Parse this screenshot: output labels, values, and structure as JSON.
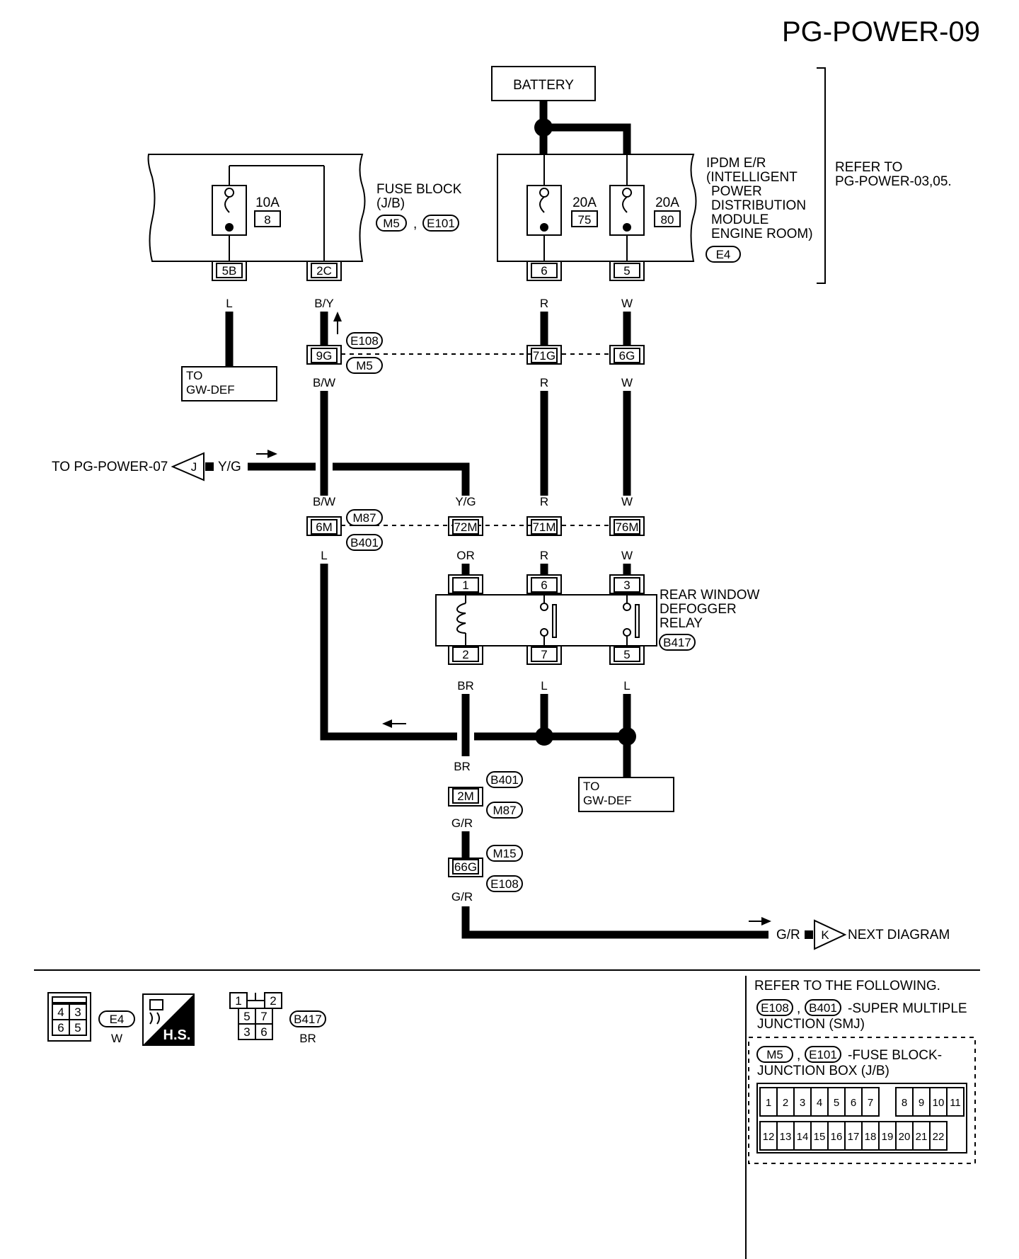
{
  "page_id": "PG-POWER-09",
  "battery": "BATTERY",
  "fuse_block": {
    "name_line1": "FUSE BLOCK",
    "name_line2": "(J/B)",
    "conn_1": "M5",
    "conn_sep": ",",
    "conn_2": "E101",
    "fuse_amp": "10A",
    "fuse_num": "8",
    "term_1": "5B",
    "term_2": "2C"
  },
  "ipdm": {
    "line1": "IPDM E/R",
    "line2": "(INTELLIGENT",
    "line3": "POWER",
    "line4": "DISTRIBUTION",
    "line5": "MODULE",
    "line6": "ENGINE ROOM)",
    "conn": "E4",
    "fuse1_amp": "20A",
    "fuse1_num": "75",
    "fuse2_amp": "20A",
    "fuse2_num": "80",
    "term_1": "6",
    "term_2": "5"
  },
  "refer_to": {
    "line1": "REFER TO",
    "line2": "PG-POWER-03,05."
  },
  "wire_colors": {
    "L": "L",
    "BY": "B/Y",
    "R": "R",
    "W": "W",
    "BW": "B/W",
    "YG": "Y/G",
    "OR": "OR",
    "BR": "BR",
    "GR": "G/R"
  },
  "to_gw_def": {
    "line1": "TO",
    "line2": "GW-DEF"
  },
  "junction_e108": {
    "conn_1": "E108",
    "conn_2": "M5",
    "pin_9g": "9G",
    "pin_71g": "71G",
    "pin_6g": "6G"
  },
  "junction_m87": {
    "conn_1": "M87",
    "conn_2": "B401",
    "pin_6m": "6M",
    "pin_72m": "72M",
    "pin_71m": "71M",
    "pin_76m": "76M"
  },
  "to_pg_power_07": {
    "label": "TO PG-POWER-07",
    "connector": "J"
  },
  "relay": {
    "line1": "REAR WINDOW",
    "line2": "DEFOGGER",
    "line3": "RELAY",
    "conn": "B417",
    "pins_top": [
      "1",
      "6",
      "3"
    ],
    "pins_bottom": [
      "2",
      "7",
      "5"
    ]
  },
  "junction_2m": {
    "conn_1": "B401",
    "conn_2": "M87",
    "pin": "2M"
  },
  "junction_66g": {
    "conn_1": "M15",
    "conn_2": "E108",
    "pin": "66G"
  },
  "next_diagram": {
    "connector": "K",
    "label": "NEXT DIAGRAM"
  },
  "legend": {
    "e4_pins": [
      "4",
      "3",
      "6",
      "5"
    ],
    "e4_conn": "E4",
    "e4_color": "W",
    "hs_label": "H.S.",
    "b417_pins": [
      "1",
      "2",
      "5",
      "7",
      "3",
      "6"
    ],
    "b417_conn": "B417",
    "b417_color": "BR",
    "refer_following": "REFER TO THE FOLLOWING.",
    "smj_conn_1": "E108",
    "smj_sep": ",",
    "smj_conn_2": "B401",
    "smj_text_1": "-SUPER MULTIPLE",
    "smj_text_2": "JUNCTION (SMJ)",
    "jb_conn_1": "M5",
    "jb_sep": ",",
    "jb_conn_2": "E101",
    "jb_text_1": "-FUSE BLOCK-",
    "jb_text_2": "JUNCTION BOX (J/B)",
    "jb_top_pins": [
      "1",
      "2",
      "3",
      "4",
      "5",
      "6",
      "7",
      "8",
      "9",
      "10",
      "11"
    ],
    "jb_bottom_pins": [
      "12",
      "13",
      "14",
      "15",
      "16",
      "17",
      "18",
      "19",
      "20",
      "21",
      "22"
    ]
  }
}
